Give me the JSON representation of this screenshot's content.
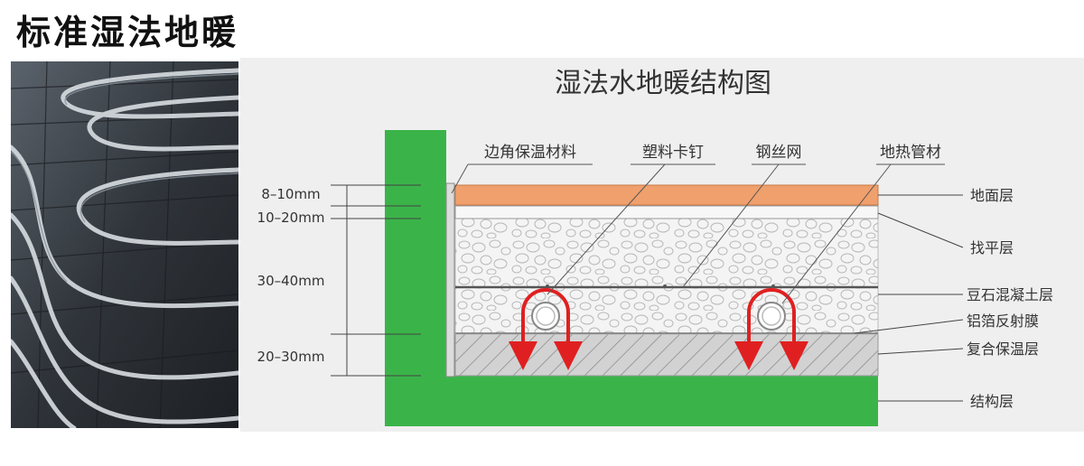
{
  "page": {
    "title": "标准湿法地暖"
  },
  "diagram": {
    "title": "湿法水地暖结构图",
    "top_labels": {
      "edge_insulation": "边角保温材料",
      "plastic_clip": "塑料卡钉",
      "steel_mesh": "钢丝网",
      "heating_pipe": "地热管材"
    },
    "dimensions": {
      "d1": "8–10mm",
      "d2": "10–20mm",
      "d3": "30–40mm",
      "d4": "20–30mm"
    },
    "layers": {
      "floor": "地面层",
      "leveling": "找平层",
      "pea_gravel_concrete": "豆石混凝土层",
      "foil_reflector": "铝箔反射膜",
      "composite_insulation": "复合保温层",
      "structural": "结构层"
    },
    "colors": {
      "structure_green": "#3ab449",
      "floor_orange": "#f0a06c",
      "arrow_red": "#e02020",
      "background_gray": "#efefef"
    },
    "icons": {
      "heat_arrow": "heat-down-arrow-icon",
      "pipe": "pipe-cross-section-icon"
    }
  }
}
